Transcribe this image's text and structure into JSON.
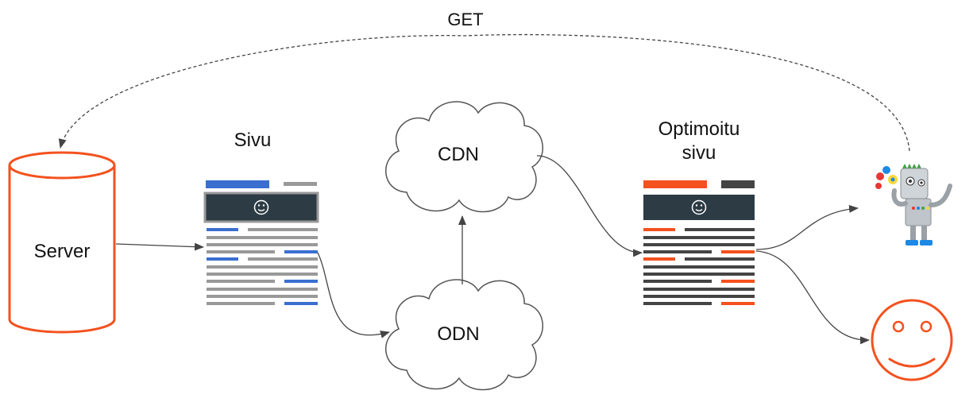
{
  "labels": {
    "get": "GET",
    "server": "Server",
    "page": "Sivu",
    "cdn": "CDN",
    "odn": "ODN",
    "optimized_line1": "Optimoitu",
    "optimized_line2": "sivu"
  },
  "icons": {
    "page_header_icon": "smiley-icon",
    "optimized_header_icon": "smiley-icon",
    "crawler": "googlebot-robot-icon",
    "user": "user-smiley-face-icon",
    "server": "database-cylinder-icon",
    "cloud": "cloud-icon"
  },
  "colors": {
    "server": "#f4511e",
    "page_accent": "#3a6fd0",
    "page_lines": "#999999",
    "page_header": "#2d3b45",
    "optimized_accent": "#f4511e",
    "optimized_lines": "#444444",
    "user_face": "#f4511e",
    "arrows": "#444444"
  }
}
